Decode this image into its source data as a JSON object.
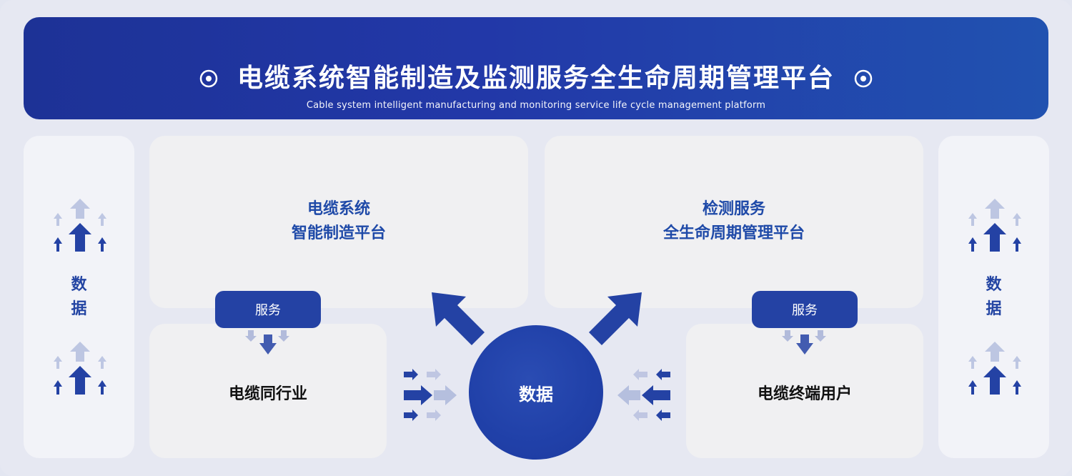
{
  "header": {
    "title": "电缆系统智能制造及监测服务全生命周期管理平台",
    "subtitle": "Cable system intelligent manufacturing and monitoring service life cycle management platform",
    "icon": "target-circle-icon"
  },
  "left_side": {
    "label_line1": "数",
    "label_line2": "据"
  },
  "right_side": {
    "label_line1": "数",
    "label_line2": "据"
  },
  "left_platform": {
    "title_line1": "电缆系统",
    "title_line2": "智能制造平台"
  },
  "right_platform": {
    "title_line1": "检测服务",
    "title_line2": "全生命周期管理平台"
  },
  "left_service": {
    "label": "服务"
  },
  "right_service": {
    "label": "服务"
  },
  "left_box": {
    "label": "电缆同行业"
  },
  "right_box": {
    "label": "电缆终端用户"
  },
  "center": {
    "label": "数据"
  },
  "colors": {
    "primary": "#2442a4",
    "header_start": "#1d3296",
    "header_end": "#2152b0",
    "panel": "#f0f0f2",
    "background": "#e6e8f2"
  }
}
